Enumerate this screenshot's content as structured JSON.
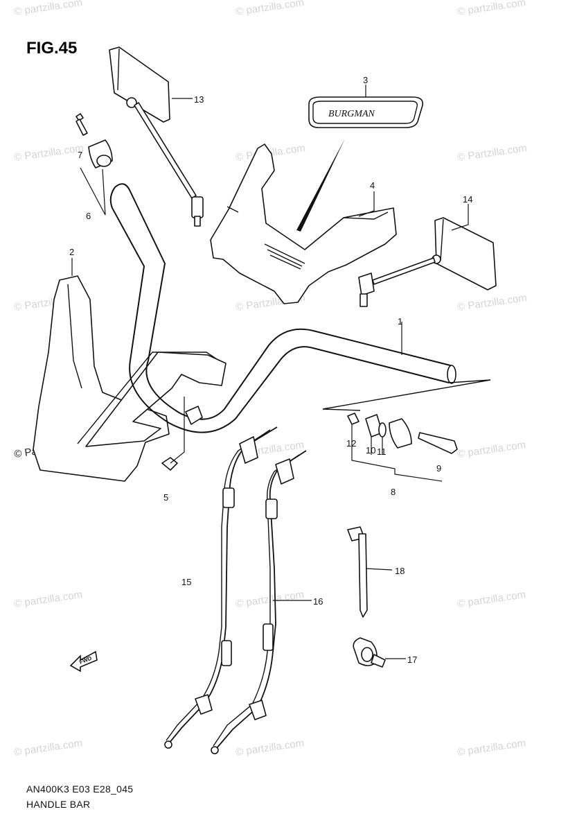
{
  "figure": {
    "title": "FIG.45",
    "model_code": "AN400K3 E03 E28_045",
    "section_name": "HANDLE BAR"
  },
  "watermark": {
    "text": "© Partzilla.com",
    "lower_text": "© partzilla.com"
  },
  "emblem_text": "BURGMAN",
  "fwd_label": "FWD",
  "callouts": [
    "1",
    "2",
    "3",
    "4",
    "5",
    "6",
    "7",
    "8",
    "9",
    "10",
    "11",
    "12",
    "13",
    "14",
    "15",
    "16",
    "17",
    "18"
  ]
}
